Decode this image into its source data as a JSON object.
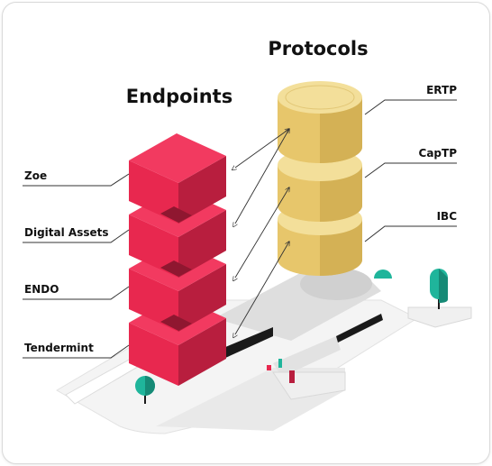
{
  "headings": {
    "protocols": "Protocols",
    "endpoints": "Endpoints"
  },
  "protocols": [
    {
      "label": "ERTP"
    },
    {
      "label": "CapTP"
    },
    {
      "label": "IBC"
    }
  ],
  "endpoints": [
    {
      "label": "Zoe"
    },
    {
      "label": "Digital Assets"
    },
    {
      "label": "ENDO"
    },
    {
      "label": "Tendermint"
    }
  ],
  "colors": {
    "block_front": "#e8284f",
    "block_side": "#b81e3e",
    "block_top": "#f23a60",
    "cylinder_top": "#f3df9a",
    "cylinder_body": "#e7c66b",
    "cylinder_shade": "#d4b155",
    "tree": "#1fb59b",
    "ground": "#f2f2f2"
  }
}
